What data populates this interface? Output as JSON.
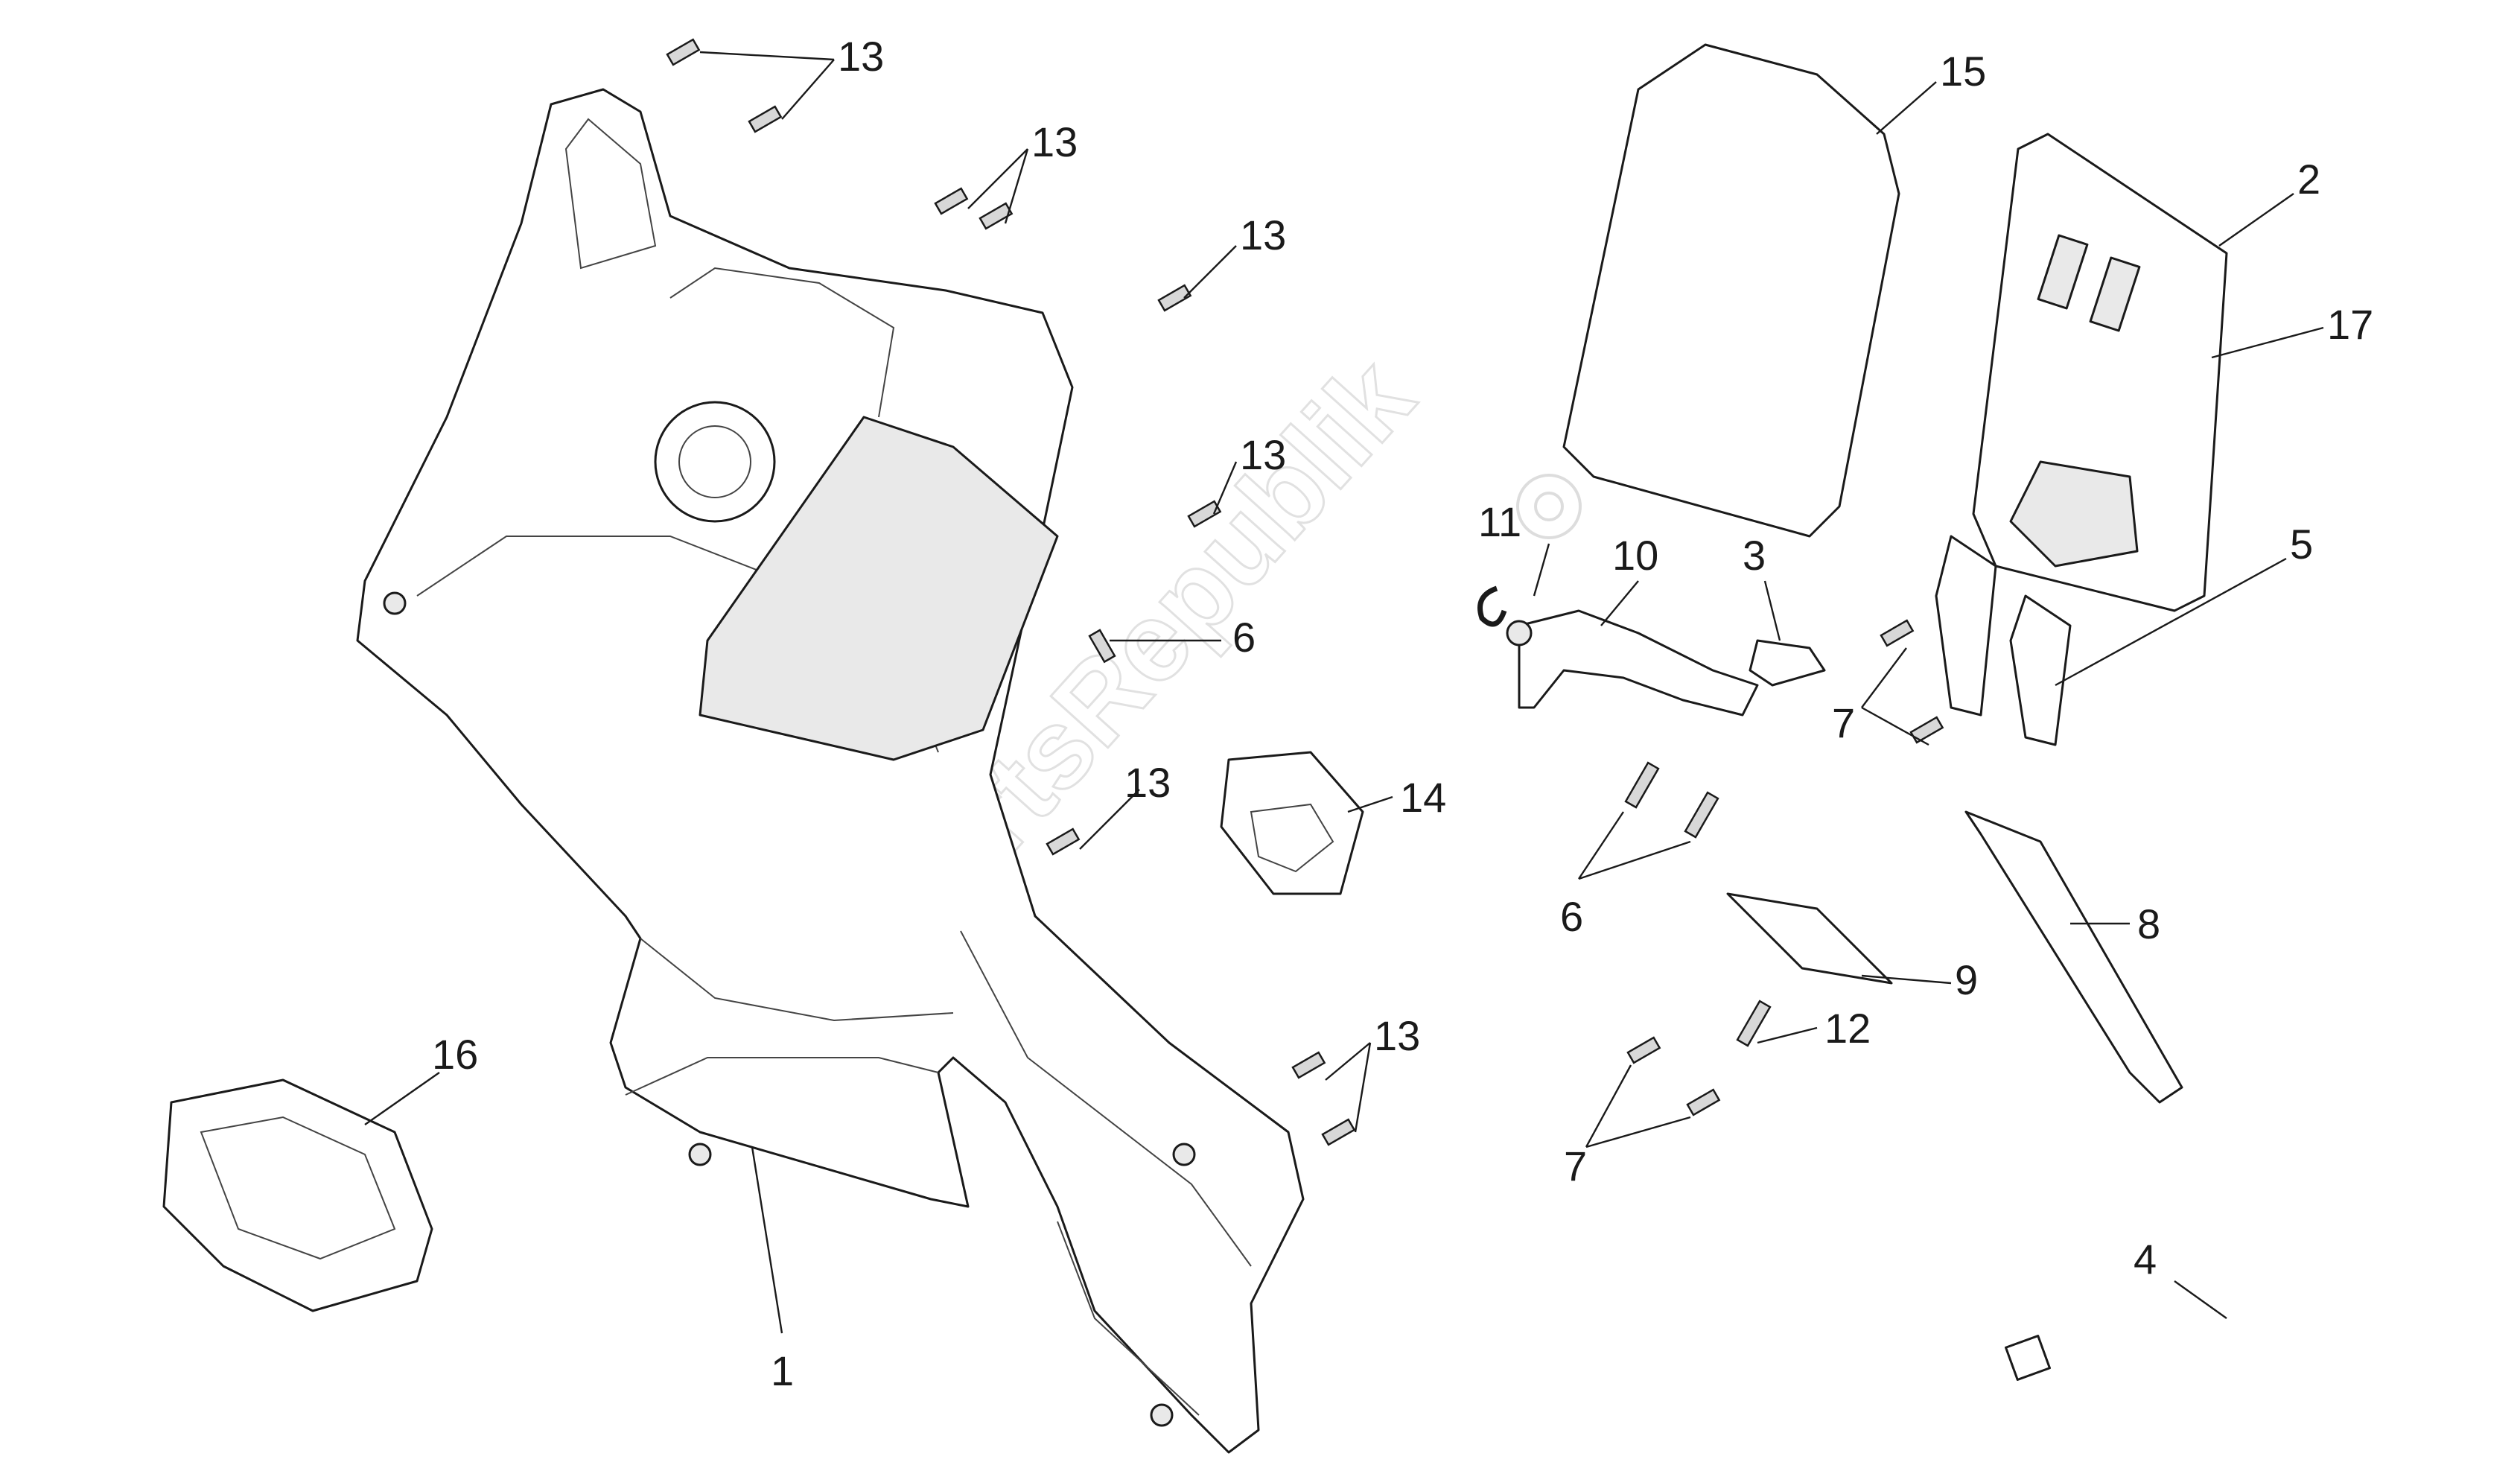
{
  "watermark": {
    "text": "PartsRepublik"
  },
  "callouts": [
    {
      "id": "c13a",
      "label": "13"
    },
    {
      "id": "c13b",
      "label": "13"
    },
    {
      "id": "c13c",
      "label": "13"
    },
    {
      "id": "c13d",
      "label": "13"
    },
    {
      "id": "c6a",
      "label": "6"
    },
    {
      "id": "c13e",
      "label": "13"
    },
    {
      "id": "c14",
      "label": "14"
    },
    {
      "id": "c16",
      "label": "16"
    },
    {
      "id": "c13f",
      "label": "13"
    },
    {
      "id": "c1",
      "label": "1"
    },
    {
      "id": "c15",
      "label": "15"
    },
    {
      "id": "c2",
      "label": "2"
    },
    {
      "id": "c17",
      "label": "17"
    },
    {
      "id": "c5",
      "label": "5"
    },
    {
      "id": "c11",
      "label": "11"
    },
    {
      "id": "c10",
      "label": "10"
    },
    {
      "id": "c3",
      "label": "3"
    },
    {
      "id": "c7a",
      "label": "7"
    },
    {
      "id": "c6b",
      "label": "6"
    },
    {
      "id": "c8",
      "label": "8"
    },
    {
      "id": "c9",
      "label": "9"
    },
    {
      "id": "c12",
      "label": "12"
    },
    {
      "id": "c7b",
      "label": "7"
    },
    {
      "id": "c4",
      "label": "4"
    }
  ]
}
